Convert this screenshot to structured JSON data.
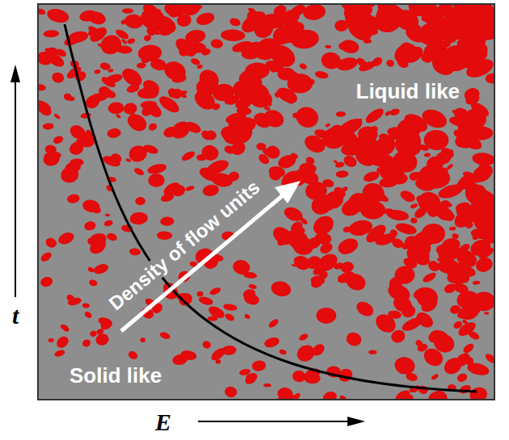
{
  "diagram": {
    "labels": [
      "Liquid like",
      "Density of flow units",
      "Solid like",
      "t",
      "E"
    ]
  }
}
